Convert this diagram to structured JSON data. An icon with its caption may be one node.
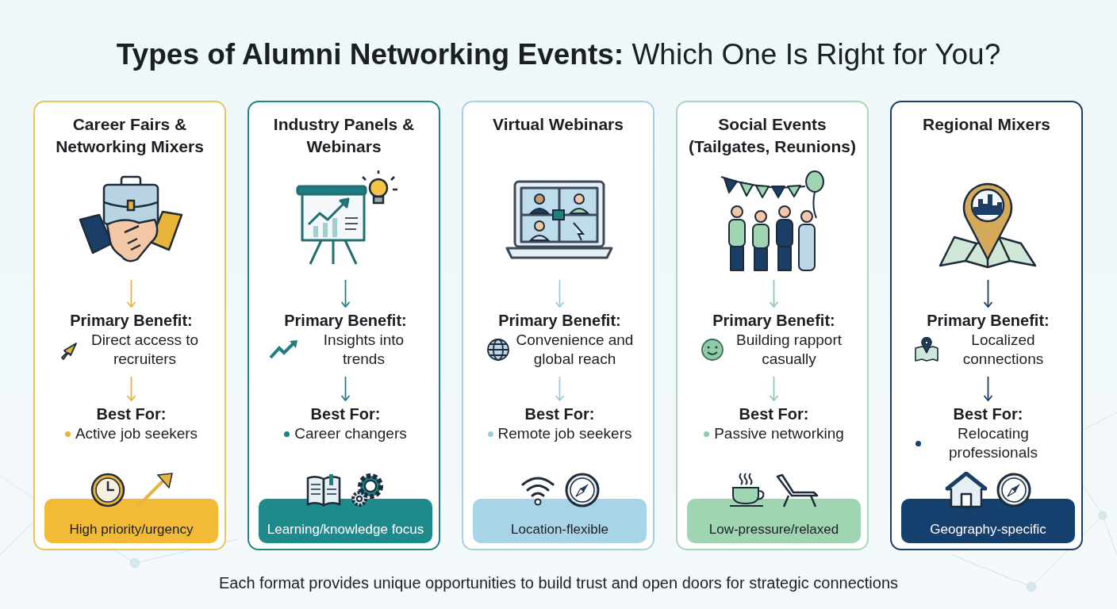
{
  "diagram": {
    "title": "**Types of Alumni Networking Events:** Which One Is Right for You?",
    "caption": "Each format provides unique opportunities to build trust and open doors for strategic connections",
    "nodes": [
      {
        "text": [
          "Career Fairs & Networking Mixers"
        ]
      },
      {
        "text": [],
        "shape": "picture",
        "in": 0
      },
      {
        "text": [
          "Primary Benefit:",
          "Direct access to recruiters"
        ],
        "in": 0
      },
      {
        "text": [
          "Best For:",
          "Active job seekers"
        ],
        "in": 0
      },
      {
        "text": [
          "High priority/urgency"
        ],
        "in": 0
      },
      {
        "text": [
          "Industry Panels & Webinars"
        ]
      },
      {
        "text": [],
        "shape": "picture",
        "in": 5
      },
      {
        "text": [
          "Primary Benefit:",
          "Insights into trends"
        ],
        "in": 5
      },
      {
        "text": [
          "Best For:",
          "Career changers"
        ],
        "in": 5
      },
      {
        "text": [
          "Learning/knowledge focus"
        ],
        "in": 5
      },
      {
        "text": [
          "Virtual Webinars"
        ]
      },
      {
        "text": [],
        "shape": "picture",
        "in": 10
      },
      {
        "text": [
          "Primary Benefit:",
          "Convenience and global reach"
        ],
        "in": 10
      },
      {
        "text": [
          "Best For:",
          "Remote job seekers"
        ],
        "in": 10
      },
      {
        "text": [
          "Location-flexible"
        ],
        "in": 10
      },
      {
        "text": [
          "Social Events (Tailgates, Reunions)"
        ]
      },
      {
        "text": [],
        "shape": "picture",
        "in": 15
      },
      {
        "text": [
          "Primary Benefit:",
          "Building rapport casually"
        ],
        "in": 15
      },
      {
        "text": [
          "Best For:",
          "Passive networking"
        ],
        "in": 15
      },
      {
        "text": [
          "Low-pressure/relaxed"
        ],
        "in": 15
      },
      {
        "text": [
          "Regional Mixers"
        ]
      },
      {
        "text": [],
        "shape": "picture",
        "in": 20
      },
      {
        "text": [
          "Primary Benefit:",
          "Localized connections"
        ],
        "in": 20
      },
      {
        "text": [
          "Best For:",
          "Relocating professionals"
        ],
        "in": 20
      },
      {
        "text": [
          "Geography-specific"
        ],
        "in": 20
      }
    ],
    "edges": [
      {
        "from": 1,
        "to": 2,
        "arrow": "to",
        "color": "#e8b43a"
      },
      {
        "from": 2,
        "to": 3,
        "arrow": "to",
        "color": "#e8b43a"
      },
      {
        "from": 6,
        "to": 7,
        "arrow": "to",
        "color": "#1f7f83"
      },
      {
        "from": 7,
        "to": 8,
        "arrow": "to",
        "color": "#1f7f83"
      },
      {
        "from": 11,
        "to": 12,
        "arrow": "to",
        "color": "#9ccbe0"
      },
      {
        "from": 12,
        "to": 13,
        "arrow": "to",
        "color": "#9ccbe0"
      },
      {
        "from": 16,
        "to": 17,
        "arrow": "to",
        "color": "#8fcba6"
      },
      {
        "from": 17,
        "to": 18,
        "arrow": "to",
        "color": "#8fcba6"
      },
      {
        "from": 21,
        "to": 22,
        "arrow": "to",
        "color": "#183e68"
      },
      {
        "from": 22,
        "to": 23,
        "arrow": "to",
        "color": "#183e68"
      }
    ]
  }
}
